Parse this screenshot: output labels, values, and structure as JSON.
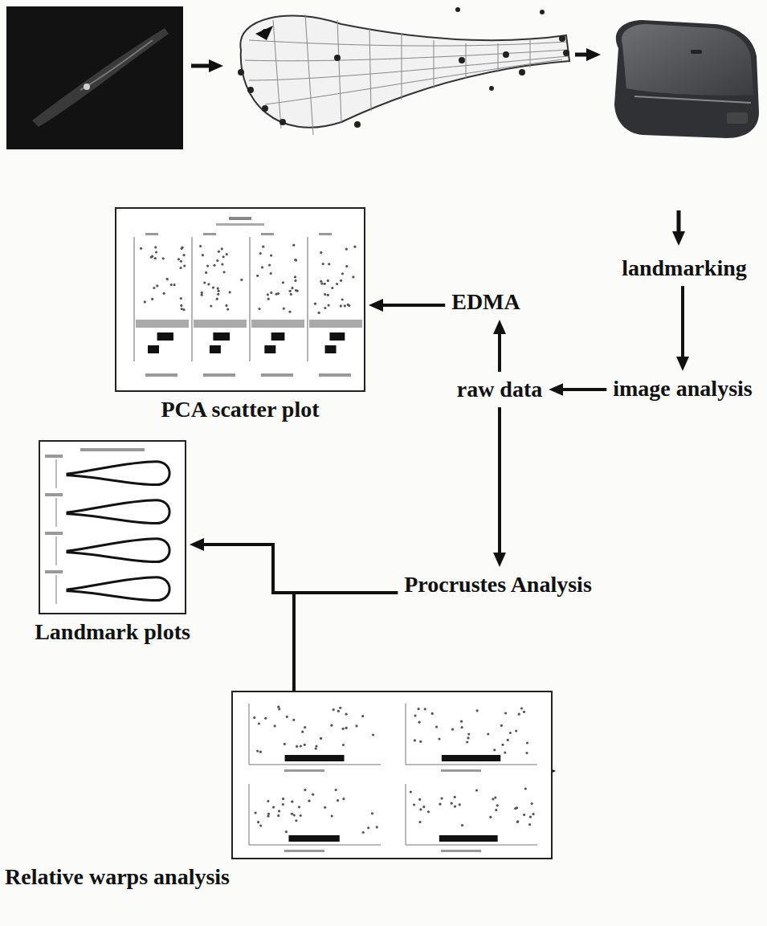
{
  "diagram": {
    "nodes": [
      {
        "text": [
          "landmarking"
        ]
      },
      {
        "text": [
          "image analysis"
        ]
      },
      {
        "text": [
          "raw data"
        ]
      },
      {
        "text": [
          "EDMA"
        ]
      },
      {
        "text": [
          "PCA scatter plot"
        ]
      },
      {
        "text": [
          "Procrustes Analysis"
        ]
      },
      {
        "text": [
          "Landmark plots"
        ]
      },
      {
        "text": [
          "Relative warps analysis"
        ]
      }
    ],
    "edges": [
      {
        "from": 0,
        "to": 1,
        "arrow": "to"
      },
      {
        "from": 1,
        "to": 2,
        "arrow": "to"
      },
      {
        "from": 2,
        "to": 3,
        "arrow": "to"
      },
      {
        "from": 3,
        "to": 4,
        "arrow": "to"
      },
      {
        "from": 2,
        "to": 5,
        "arrow": "to"
      },
      {
        "from": 5,
        "to": 6,
        "arrow": "to"
      },
      {
        "from": 5,
        "to": 7,
        "arrow": "to"
      }
    ]
  }
}
